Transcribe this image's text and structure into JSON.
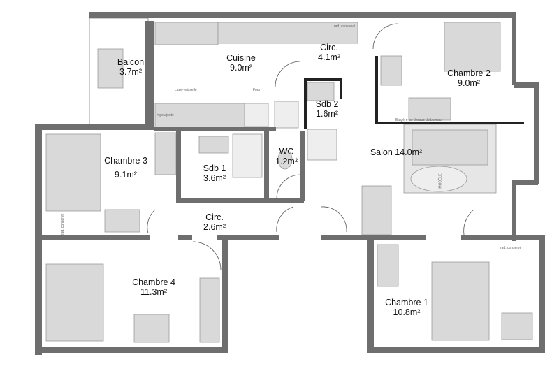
{
  "rooms": [
    {
      "name": "Balcon",
      "area": "3.7m²"
    },
    {
      "name": "Cuisine",
      "area": "9.0m²"
    },
    {
      "name": "Circ.",
      "area": "4.1m²"
    },
    {
      "name": "Chambre 2",
      "area": "9.0m²"
    },
    {
      "name": "Sdb 2",
      "area": "1.6m²"
    },
    {
      "name": "Chambre 3",
      "area": "9.1m²"
    },
    {
      "name": "Sdb 1",
      "area": "3.6m²"
    },
    {
      "name": "WC",
      "area": "1.2m²"
    },
    {
      "name": "Salon",
      "area": "14.0m²"
    },
    {
      "name": "Circ.",
      "area": "2.6m²"
    },
    {
      "name": "Chambre 4",
      "area": "11.3m²"
    },
    {
      "name": "Chambre 1",
      "area": "10.8m²"
    }
  ],
  "annotations": {
    "radiator": "rad. conservé",
    "fridge": "frigo ajouté",
    "dishwasher": "Lave-vaisselle",
    "oven": "Four",
    "shelf": "Etagère au dessus du bureau",
    "model": "MODÈLE"
  },
  "colors": {
    "wall": "#6e6e6e",
    "furniture": "#d9d9d9",
    "line": "#888888"
  }
}
